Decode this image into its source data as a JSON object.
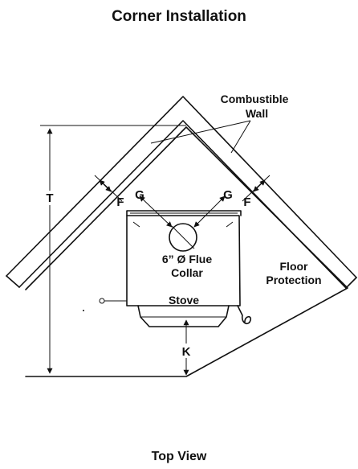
{
  "title": "Corner Installation",
  "caption": "Top View",
  "labels": {
    "combustible_wall": [
      "Combustible",
      "Wall"
    ],
    "floor_protection": [
      "Floor",
      "Protection"
    ],
    "flue_collar": [
      "6” Ø Flue",
      "Collar"
    ],
    "stove": "Stove"
  },
  "dimensions": {
    "T": "T",
    "F_left": "F",
    "F_right": "F",
    "G_left": "G",
    "G_right": "G",
    "K": "K"
  }
}
